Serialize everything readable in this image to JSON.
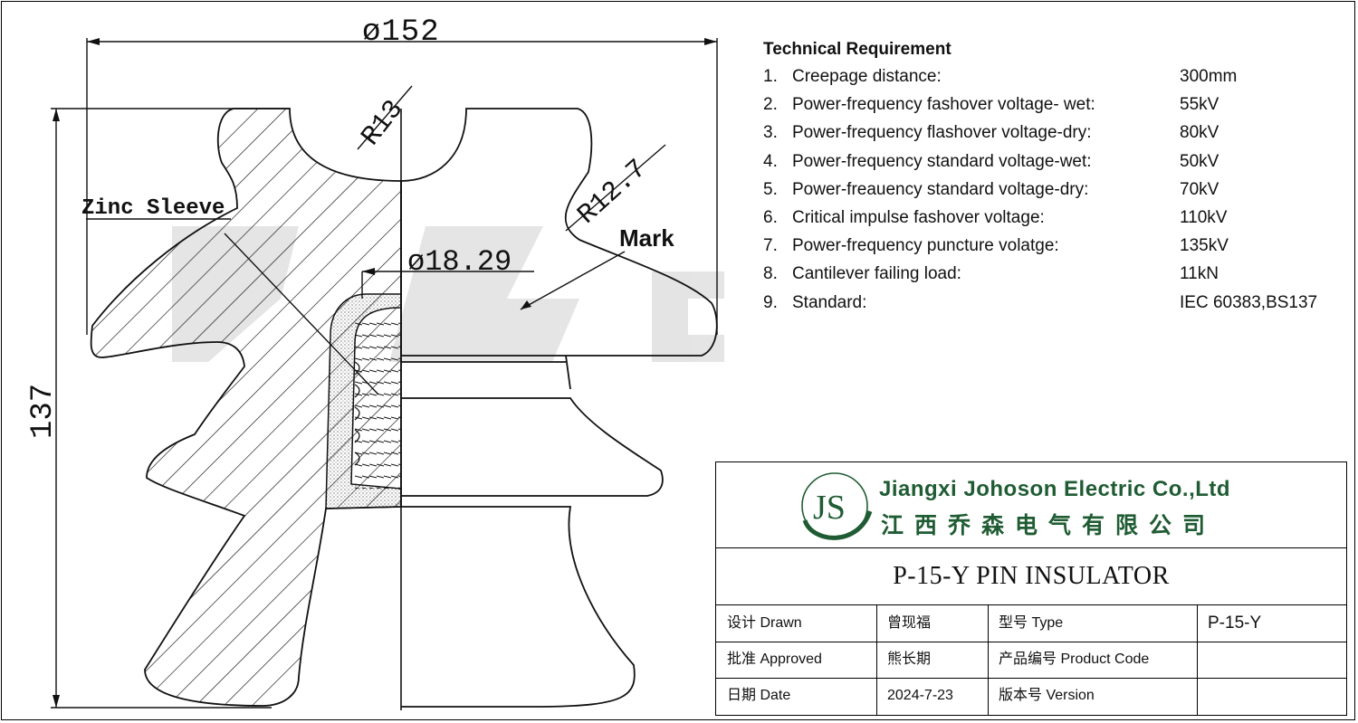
{
  "drawing": {
    "dimensions": {
      "top_diameter": "ø152",
      "height": "137",
      "top_radius": "R13",
      "shed_radius": "R12.7",
      "thread_diameter": "ø18.29"
    },
    "labels": {
      "zinc_sleeve": "Zinc Sleeve",
      "mark": "Mark"
    }
  },
  "requirements": {
    "title": "Technical Requirement",
    "items": [
      {
        "num": "1.",
        "name": "Creepage distance:",
        "value": "300mm"
      },
      {
        "num": "2.",
        "name": "Power-frequency fashover voltage- wet:",
        "value": "55kV"
      },
      {
        "num": "3.",
        "name": "Power-frequency flashover voltage-dry:",
        "value": "80kV"
      },
      {
        "num": "4.",
        "name": "Power-frequency standard voltage-wet:",
        "value": "50kV"
      },
      {
        "num": "5.",
        "name": "Power-freauency standard voltage-dry:",
        "value": "70kV"
      },
      {
        "num": "6.",
        "name": "Critical impulse fashover voltage:",
        "value": "110kV"
      },
      {
        "num": "7.",
        "name": "Power-frequency puncture volatge:",
        "value": "135kV"
      },
      {
        "num": "8.",
        "name": "Cantilever failing load:",
        "value": "11kN"
      },
      {
        "num": "9.",
        "name": "Standard:",
        "value": "IEC 60383,BS137"
      }
    ]
  },
  "title_block": {
    "company_en": "Jiangxi Johoson Electric Co.,Ltd",
    "company_cn": "江西乔森电气有限公司",
    "logo_text": "JS",
    "product_title": "P-15-Y PIN INSULATOR",
    "drawn_label": "设计 Drawn",
    "drawn_value": "曾现福",
    "type_label": "型号 Type",
    "type_value": "P-15-Y",
    "approved_label": "批准 Approved",
    "approved_value": "熊长期",
    "code_label": "产品编号 Product Code",
    "code_value": "",
    "date_label": "日期 Date",
    "date_value": "2024-7-23",
    "version_label": "版本号 Version",
    "version_value": ""
  },
  "colors": {
    "brand_green": "#1f5c33",
    "line": "#000000",
    "watermark": "#d6d6d6"
  }
}
